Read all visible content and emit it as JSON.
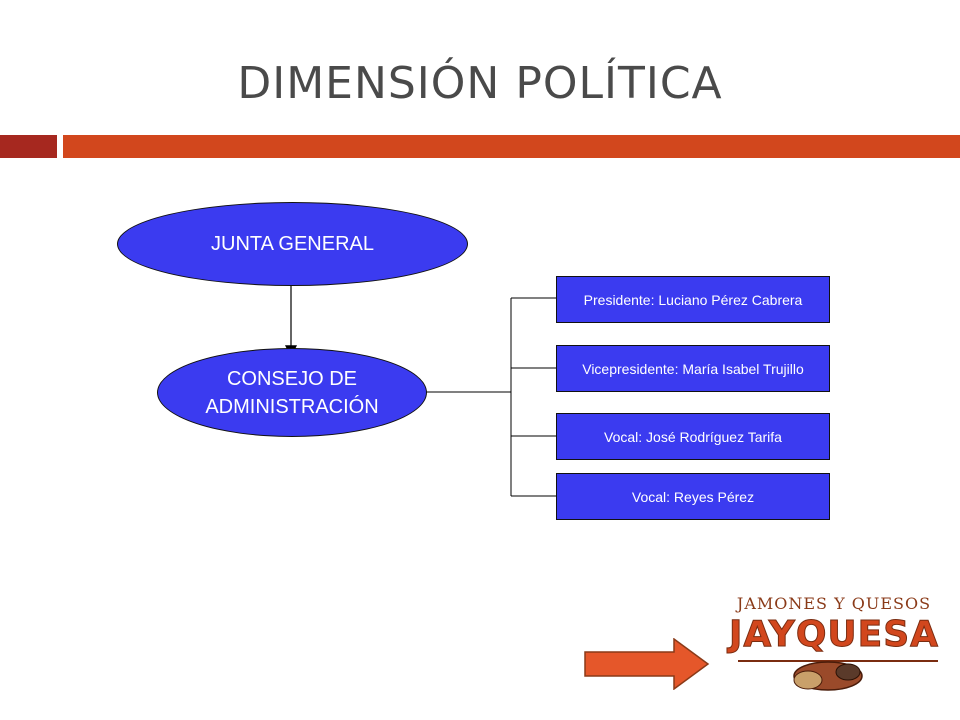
{
  "slide": {
    "title": "DIMENSIÓN POLÍTICA"
  },
  "diagram": {
    "root": "JUNTA GENERAL",
    "board_line1": "CONSEJO DE",
    "board_line2": "ADMINISTRACIÓN",
    "members": [
      "Presidente: Luciano Pérez Cabrera",
      "Vicepresidente: María Isabel Trujillo",
      "Vocal: José Rodríguez Tarifa",
      "Vocal: Reyes Pérez"
    ]
  },
  "logo": {
    "top_text": "JAMONES Y QUESOS",
    "brand": "JAYQUESA"
  },
  "colors": {
    "accent_dark": "#a6281f",
    "accent": "#d2471d",
    "node_fill": "#3b3bf0"
  },
  "icons": {
    "arrow": "right-arrow-icon"
  }
}
